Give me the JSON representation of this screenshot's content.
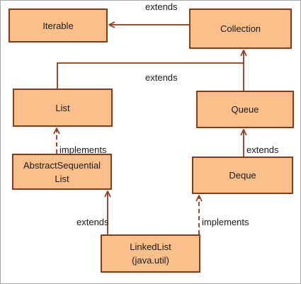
{
  "nodes": {
    "iterable": {
      "label": "Iterable"
    },
    "collection": {
      "label": "Collection"
    },
    "list": {
      "label": "List"
    },
    "queue": {
      "label": "Queue"
    },
    "abstract_sequential_list": {
      "line1": "AbstractSequential",
      "line2": "List"
    },
    "deque": {
      "label": "Deque"
    },
    "linked_list": {
      "line1": "LinkedList",
      "line2": "(java.util)"
    }
  },
  "edges": {
    "collection_to_iterable": "extends",
    "list_queue_to_collection": "extends",
    "abstract_to_list": "implements",
    "deque_to_queue": "extends",
    "linked_to_abstract": "extends",
    "linked_to_deque": "implements"
  },
  "colors": {
    "box_fill": "#fbbf8c",
    "box_border": "#8c3a16",
    "line": "#8c3a16"
  }
}
